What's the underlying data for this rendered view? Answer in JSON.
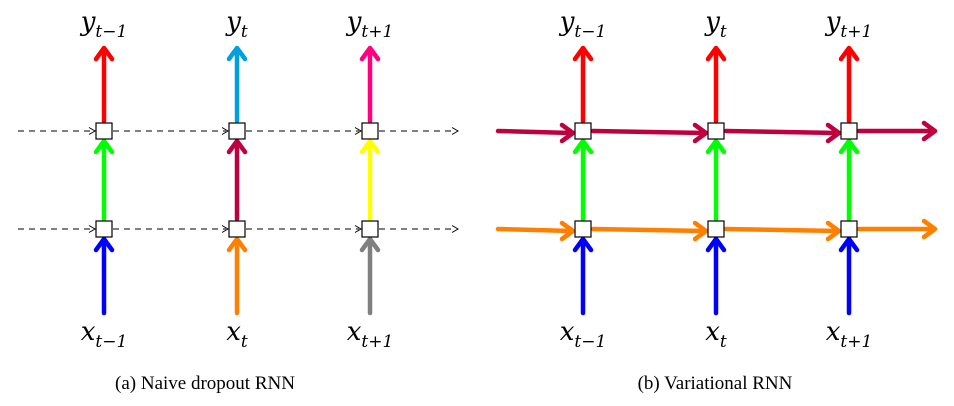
{
  "panels": [
    {
      "id": "a",
      "caption": "(a) Naive dropout RNN",
      "columns": [
        {
          "output_base": "y",
          "output_sub": "t−1",
          "input_base": "x",
          "input_sub": "t−1",
          "colors": {
            "input": "#0000ff",
            "between": "#00ff00",
            "output": "#ff0000"
          }
        },
        {
          "output_base": "y",
          "output_sub": "t",
          "input_base": "x",
          "input_sub": "t",
          "colors": {
            "input": "#ff8000",
            "between": "#bf0040",
            "output": "#00a0e0"
          }
        },
        {
          "output_base": "y",
          "output_sub": "t+1",
          "input_base": "x",
          "input_sub": "t+1",
          "colors": {
            "input": "#808080",
            "between": "#ffff00",
            "output": "#ff0080"
          }
        }
      ],
      "recurrent_style": "dashed",
      "recurrent_colors": {
        "top": "#000000",
        "bottom": "#000000"
      }
    },
    {
      "id": "b",
      "caption": "(b) Variational RNN",
      "columns": [
        {
          "output_base": "y",
          "output_sub": "t−1",
          "input_base": "x",
          "input_sub": "t−1",
          "colors": {
            "input": "#0000ff",
            "between": "#00ff00",
            "output": "#ff0000"
          }
        },
        {
          "output_base": "y",
          "output_sub": "t",
          "input_base": "x",
          "input_sub": "t",
          "colors": {
            "input": "#0000ff",
            "between": "#00ff00",
            "output": "#ff0000"
          }
        },
        {
          "output_base": "y",
          "output_sub": "t+1",
          "input_base": "x",
          "input_sub": "t+1",
          "colors": {
            "input": "#0000ff",
            "between": "#00ff00",
            "output": "#ff0000"
          }
        }
      ],
      "recurrent_style": "solid",
      "recurrent_colors": {
        "top": "#bf0040",
        "bottom": "#ff8000"
      }
    }
  ]
}
